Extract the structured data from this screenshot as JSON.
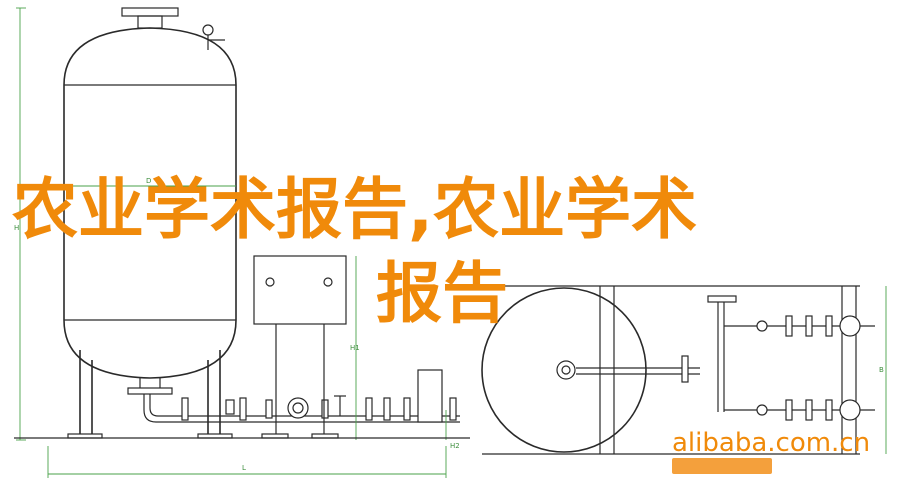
{
  "headline": {
    "line1": "农业学术报告,农业学术",
    "line2": "报告"
  },
  "watermark": {
    "text": "alibaba.com.cn"
  },
  "dimension_labels": {
    "tank_dia": "D",
    "tank_height": "H1",
    "total_height": "H",
    "base_height": "H2",
    "length": "L",
    "width": "B"
  },
  "colors": {
    "headline": "#f08a0a",
    "dimension": "#4aa24a",
    "line": "#2a2a2a"
  }
}
